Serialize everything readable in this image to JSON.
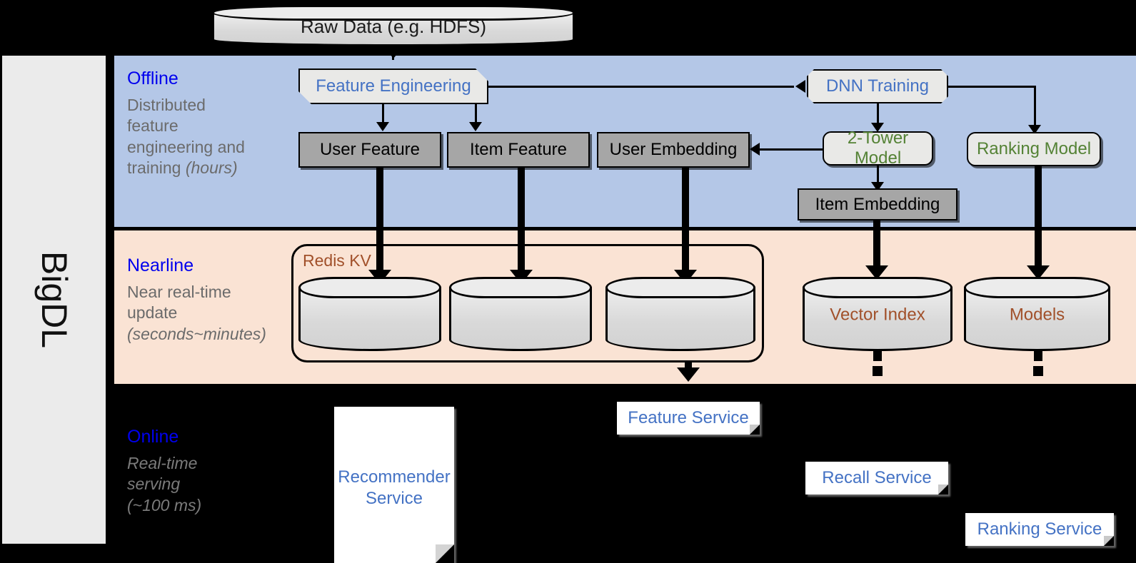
{
  "brand": {
    "label": "BigDL"
  },
  "palette": {
    "offline_band": "#b4c7e7",
    "nearline_band": "#fae3d4",
    "online_band": "#000000",
    "gray_box": "#a6a6a6",
    "process_box": "#e9e9e7",
    "title_blue": "#0000ee",
    "text_blue": "#4472c4",
    "text_green": "#548235",
    "text_brown": "#a1502a",
    "subtitle_gray": "#6b6b6b"
  },
  "bands": [
    {
      "id": "offline",
      "title": "Offline",
      "subtitle": "Distributed feature engineering and ",
      "subtitle_em": "(hours)"
    },
    {
      "id": "nearline",
      "title": "Nearline",
      "subtitle": "Near real-time update ",
      "subtitle_em": "(seconds~minutes)"
    },
    {
      "id": "online",
      "title": "Online",
      "subtitle": "Real-time serving ",
      "subtitle_em": "(~100 ms)"
    }
  ],
  "offline_subtitle_lines": [
    "Distributed",
    "feature",
    "engineering and",
    "training "
  ],
  "offline_subtitle_em": "(hours)",
  "nearline_subtitle_lines": [
    "Near real-time",
    "update"
  ],
  "nearline_subtitle_em": "(seconds~minutes)",
  "online_subtitle_lines": [
    "Real-time",
    "serving"
  ],
  "online_subtitle_em": "(~100 ms)",
  "nodes": {
    "raw_data": "Raw Data (e.g. HDFS)",
    "feature_engineering": "Feature Engineering",
    "dnn_training": "DNN Training",
    "user_feature": "User Feature",
    "item_feature": "Item Feature",
    "user_embedding": "User Embedding",
    "two_tower_model": "2-Tower Model",
    "ranking_model": "Ranking Model",
    "item_embedding": "Item Embedding",
    "redis_kv": "Redis KV",
    "vector_index": "Vector Index",
    "models": "Models"
  },
  "services": {
    "recommender": "Recommender Service",
    "recommender_l1": "Recommender",
    "recommender_l2": "Service",
    "feature_service": "Feature Service",
    "recall_service": "Recall Service",
    "ranking_service": "Ranking Service"
  }
}
